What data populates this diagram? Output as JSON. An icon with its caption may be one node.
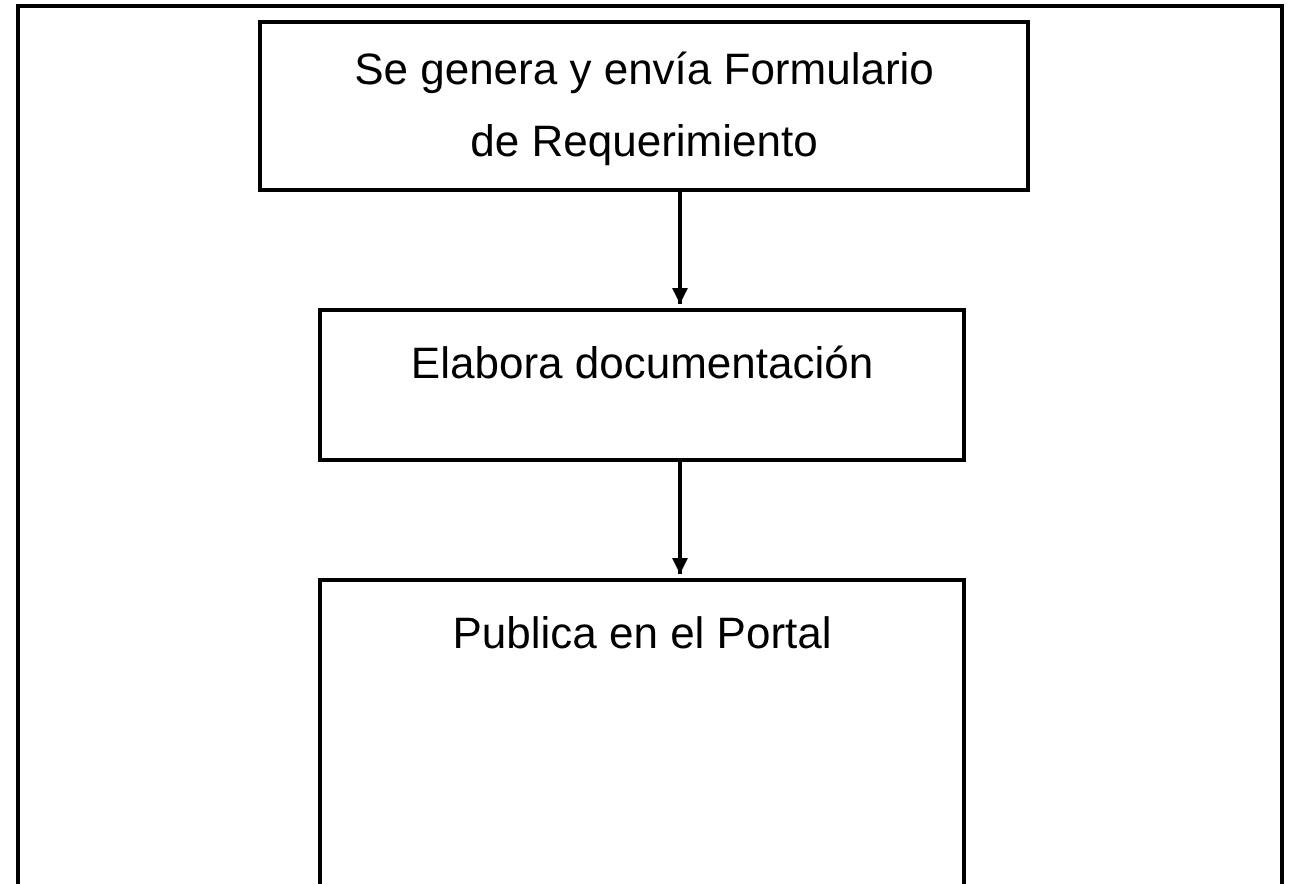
{
  "diagram": {
    "nodes": [
      {
        "text": [],
        "shape": "box"
      },
      {
        "text": [
          "Se genera y envía Formulario de Requerimiento"
        ],
        "in": 0
      },
      {
        "text": [
          "Elabora documentación"
        ],
        "in": 0
      },
      {
        "text": [
          "Publica en el Portal"
        ],
        "in": 0
      }
    ],
    "edges": [
      {
        "from": 1,
        "to": 2,
        "arrow": "to"
      },
      {
        "from": 2,
        "to": 3,
        "arrow": "to"
      }
    ]
  }
}
